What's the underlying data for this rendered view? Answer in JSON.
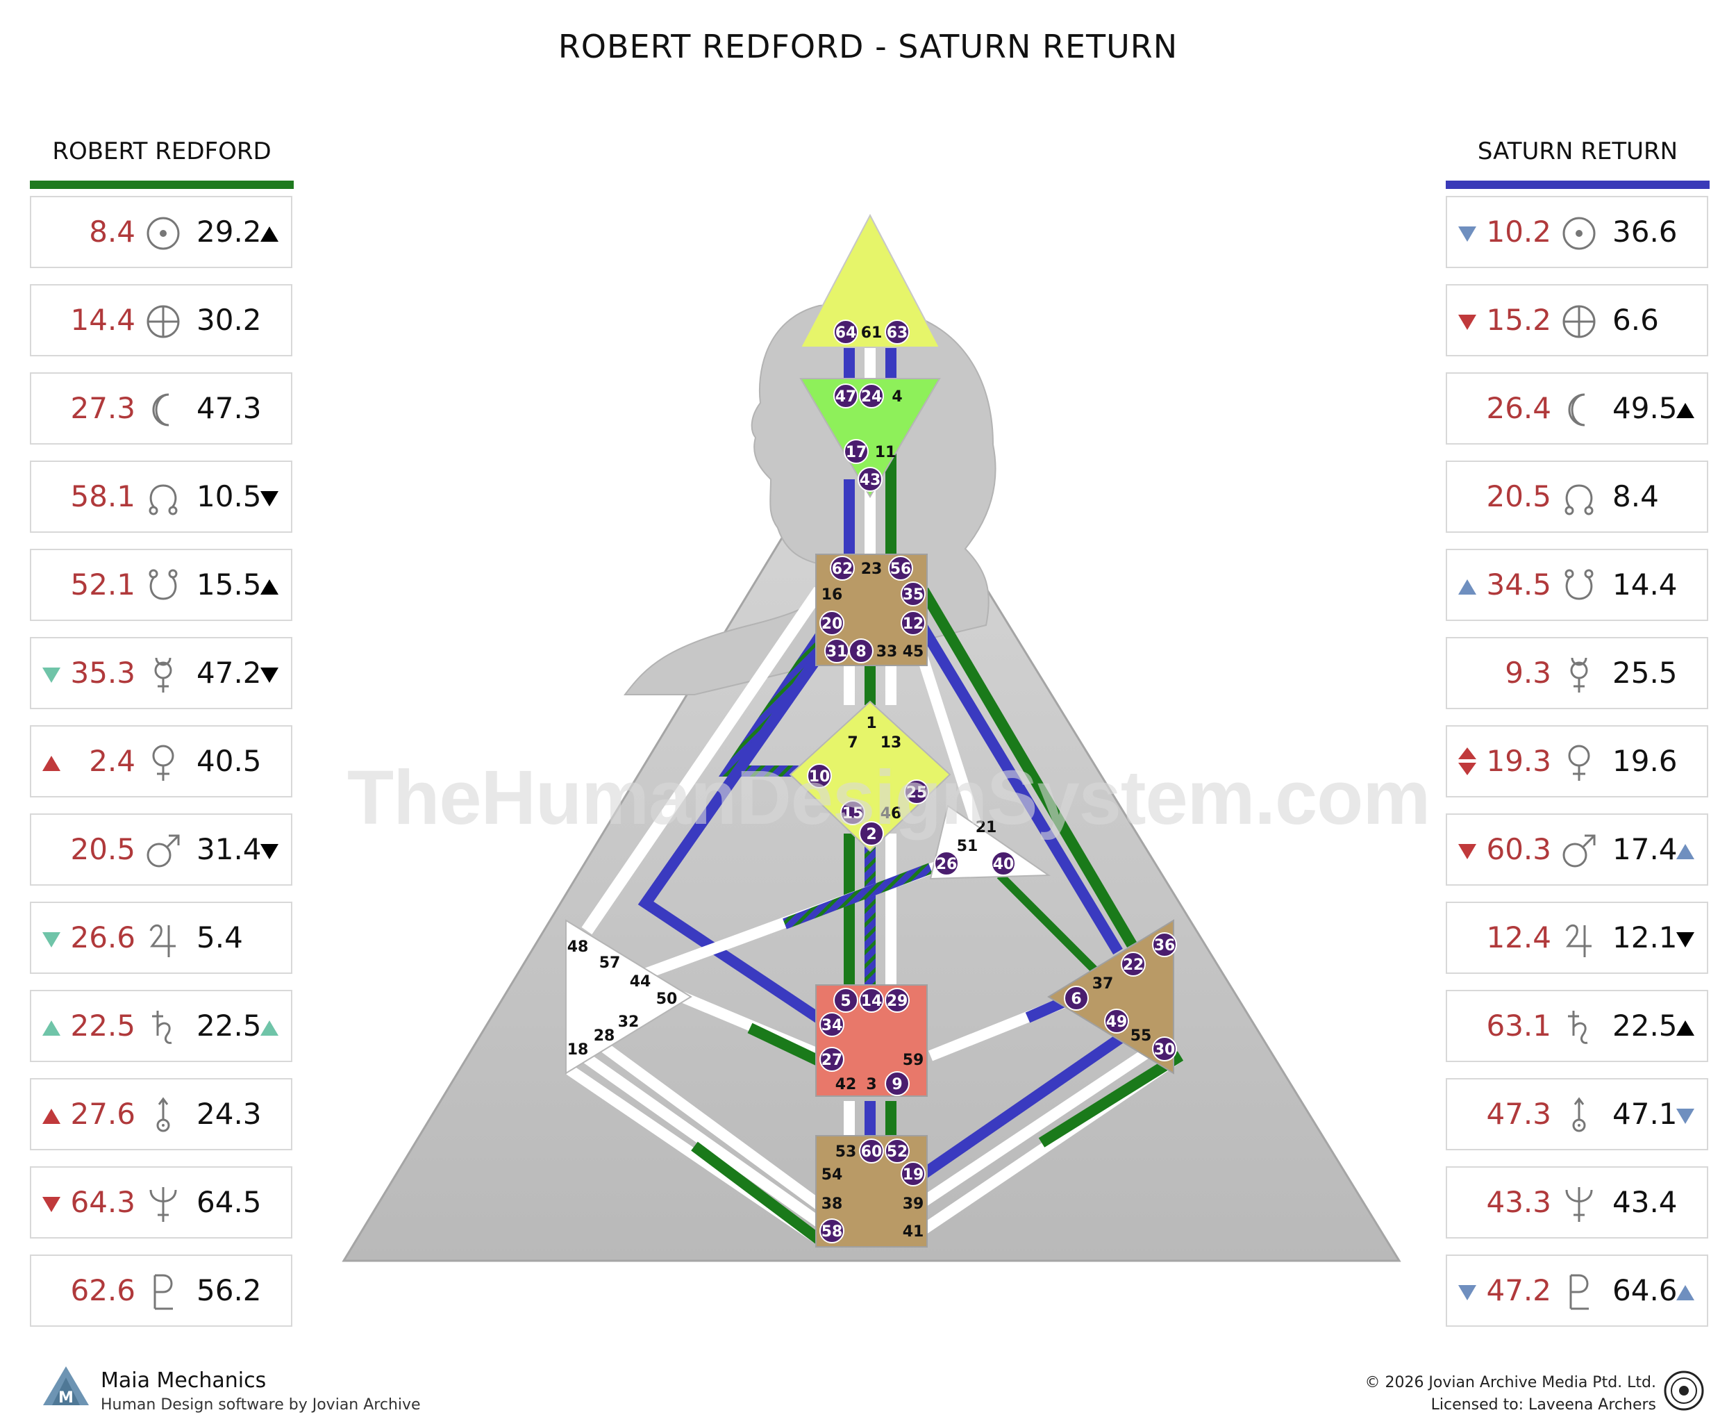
{
  "title": "ROBERT REDFORD - SATURN RETURN",
  "watermark": "TheHumanDesignSystem.com",
  "left": {
    "heading": "ROBERT REDFORD",
    "bar_color": "#1f7a1f",
    "rows": [
      {
        "planet": "sun-icon",
        "design": "8.4",
        "personality": "29.2",
        "pre": "",
        "post": "up"
      },
      {
        "planet": "earth-icon",
        "design": "14.4",
        "personality": "30.2",
        "pre": "",
        "post": ""
      },
      {
        "planet": "moon-icon",
        "design": "27.3",
        "personality": "47.3",
        "pre": "",
        "post": ""
      },
      {
        "planet": "north-node-icon",
        "design": "58.1",
        "personality": "10.5",
        "pre": "",
        "post": "down"
      },
      {
        "planet": "south-node-icon",
        "design": "52.1",
        "personality": "15.5",
        "pre": "",
        "post": "up"
      },
      {
        "planet": "mercury-icon",
        "design": "35.3",
        "personality": "47.2",
        "pre": "down-teal",
        "post": "down"
      },
      {
        "planet": "venus-icon",
        "design": "2.4",
        "personality": "40.5",
        "pre": "up-red",
        "post": ""
      },
      {
        "planet": "mars-icon",
        "design": "20.5",
        "personality": "31.4",
        "pre": "",
        "post": "down"
      },
      {
        "planet": "jupiter-icon",
        "design": "26.6",
        "personality": "5.4",
        "pre": "down-teal",
        "post": ""
      },
      {
        "planet": "saturn-icon",
        "design": "22.5",
        "personality": "22.5",
        "pre": "up-teal",
        "post": "up-teal"
      },
      {
        "planet": "uranus-icon",
        "design": "27.6",
        "personality": "24.3",
        "pre": "up-red",
        "post": ""
      },
      {
        "planet": "neptune-icon",
        "design": "64.3",
        "personality": "64.5",
        "pre": "down-red",
        "post": ""
      },
      {
        "planet": "pluto-icon",
        "design": "62.6",
        "personality": "56.2",
        "pre": "",
        "post": ""
      }
    ]
  },
  "right": {
    "heading": "SATURN RETURN",
    "bar_color": "#3a3ab8",
    "rows": [
      {
        "planet": "sun-icon",
        "design": "10.2",
        "personality": "36.6",
        "pre": "down-blue",
        "post": ""
      },
      {
        "planet": "earth-icon",
        "design": "15.2",
        "personality": "6.6",
        "pre": "down-red",
        "post": ""
      },
      {
        "planet": "moon-icon",
        "design": "26.4",
        "personality": "49.5",
        "pre": "",
        "post": "up"
      },
      {
        "planet": "north-node-icon",
        "design": "20.5",
        "personality": "8.4",
        "pre": "",
        "post": ""
      },
      {
        "planet": "south-node-icon",
        "design": "34.5",
        "personality": "14.4",
        "pre": "up-blue",
        "post": ""
      },
      {
        "planet": "mercury-icon",
        "design": "9.3",
        "personality": "25.5",
        "pre": "",
        "post": ""
      },
      {
        "planet": "venus-icon",
        "design": "19.3",
        "personality": "19.6",
        "pre": "both-red",
        "post": ""
      },
      {
        "planet": "mars-icon",
        "design": "60.3",
        "personality": "17.4",
        "pre": "down-red",
        "post": "up-blue"
      },
      {
        "planet": "jupiter-icon",
        "design": "12.4",
        "personality": "12.1",
        "pre": "",
        "post": "down"
      },
      {
        "planet": "saturn-icon",
        "design": "63.1",
        "personality": "22.5",
        "pre": "",
        "post": "up"
      },
      {
        "planet": "uranus-icon",
        "design": "47.3",
        "personality": "47.1",
        "pre": "",
        "post": "down-blue"
      },
      {
        "planet": "neptune-icon",
        "design": "43.3",
        "personality": "43.4",
        "pre": "",
        "post": ""
      },
      {
        "planet": "pluto-icon",
        "design": "47.2",
        "personality": "64.6",
        "pre": "down-blue",
        "post": "up-blue"
      }
    ]
  },
  "gates": {
    "head": [
      "64",
      "61",
      "63"
    ],
    "ajna": [
      "47",
      "24",
      "4",
      "17",
      "11",
      "43"
    ],
    "throat": [
      "62",
      "23",
      "56",
      "16",
      "35",
      "20",
      "12",
      "31",
      "8",
      "33",
      "45"
    ],
    "g": [
      "1",
      "7",
      "13",
      "10",
      "25",
      "15",
      "46",
      "2"
    ],
    "ego": [
      "21",
      "51",
      "26",
      "40"
    ],
    "spleen": [
      "48",
      "57",
      "44",
      "50",
      "32",
      "28",
      "18"
    ],
    "solar": [
      "36",
      "22",
      "37",
      "6",
      "49",
      "55",
      "30"
    ],
    "sacral": [
      "5",
      "14",
      "29",
      "34",
      "27",
      "59",
      "42",
      "3",
      "9"
    ],
    "root": [
      "53",
      "60",
      "52",
      "54",
      "19",
      "38",
      "39",
      "58",
      "41"
    ]
  },
  "colors": {
    "design_red": "#b0393b",
    "teal": "#6fc4a8",
    "blue_arrow": "#6f8fbf",
    "channel_green": "#1a7a1a",
    "channel_blue": "#3a3ac0",
    "head": "#e6f56a",
    "ajna": "#8ef05a",
    "throat": "#b99a66",
    "g": "#e6f56a",
    "sacral": "#e8786a",
    "root": "#b99a66",
    "solar": "#b99a66",
    "gate_circle": "#4a1d6e"
  },
  "footer": {
    "brand": "Maia Mechanics",
    "brand_sub": "Human Design software by Jovian Archive",
    "copyright": "© 2026 Jovian Archive Media Ptd. Ltd.",
    "license": "Licensed to: Laveena Archers"
  }
}
